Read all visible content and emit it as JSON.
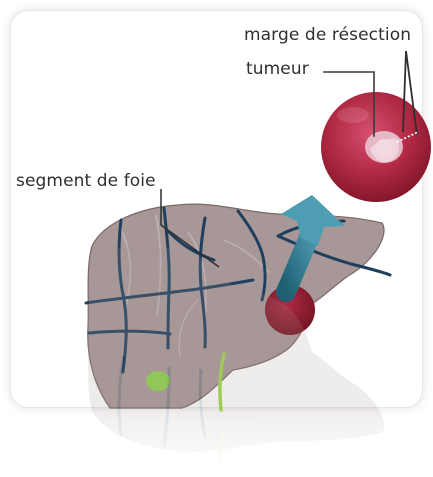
{
  "labels": {
    "resection_margin": "marge de résection",
    "tumor": "tumeur",
    "liver_segment": "segment de foie"
  },
  "colors": {
    "liver": "#a79796",
    "segment_lines": "#1e3f5d",
    "tumor": "#8f1e2f",
    "tumor_highlight": "#e9c1cc",
    "arrow": "#3f8ea2",
    "bile_duct": "#9fd64b",
    "label_text": "#2f2f2f"
  },
  "icons": {
    "liver": "liver-diagram-icon",
    "tumor": "tumor-icon",
    "resection_specimen": "resection-specimen-icon",
    "arrow": "arrow-icon"
  }
}
